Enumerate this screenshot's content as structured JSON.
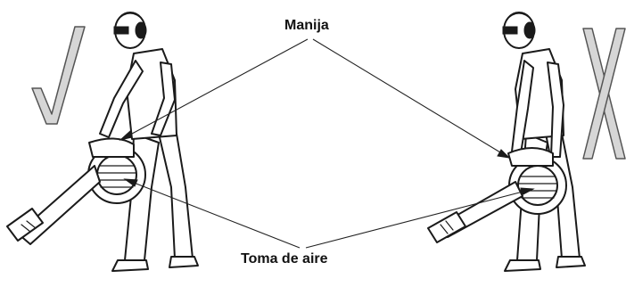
{
  "labels": {
    "handle": "Manija",
    "air_intake": "Toma de aire"
  },
  "marks": {
    "correct": "check-mark",
    "incorrect": "x-mark"
  },
  "colors": {
    "mark_fill": "#d6d6d6",
    "line": "#1a1a1a",
    "background": "#ffffff"
  }
}
